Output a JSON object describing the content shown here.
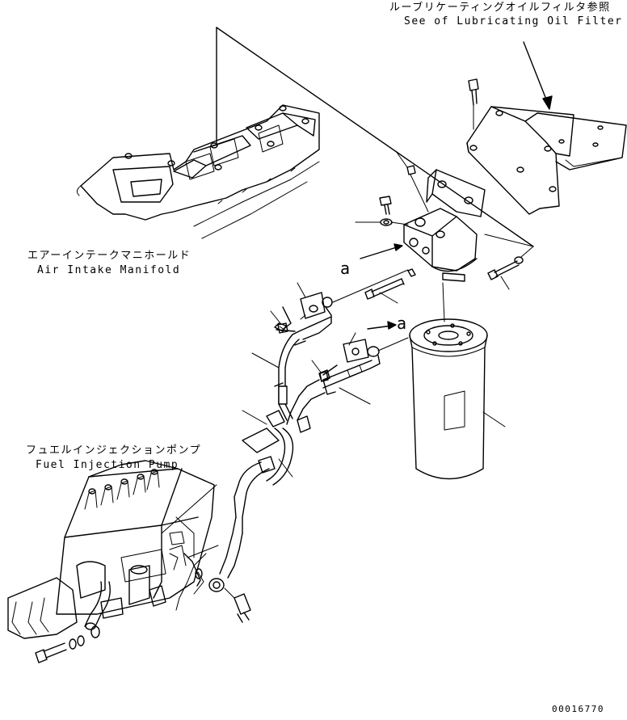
{
  "labels": {
    "oil_filter_ref_jp": "ルーブリケーティングオイルフィルタ参照",
    "oil_filter_ref_en": "See of Lubricating Oil Filter",
    "air_intake_jp": "エアーインテークマニホールド",
    "air_intake_en": "Air Intake Manifold",
    "fuel_pump_jp": "フュエルインジェクションポンプ",
    "fuel_pump_en": "Fuel Injection Pump",
    "ref_a_upper": "a",
    "ref_a_lower": "a",
    "drawing_number": "00016770"
  }
}
